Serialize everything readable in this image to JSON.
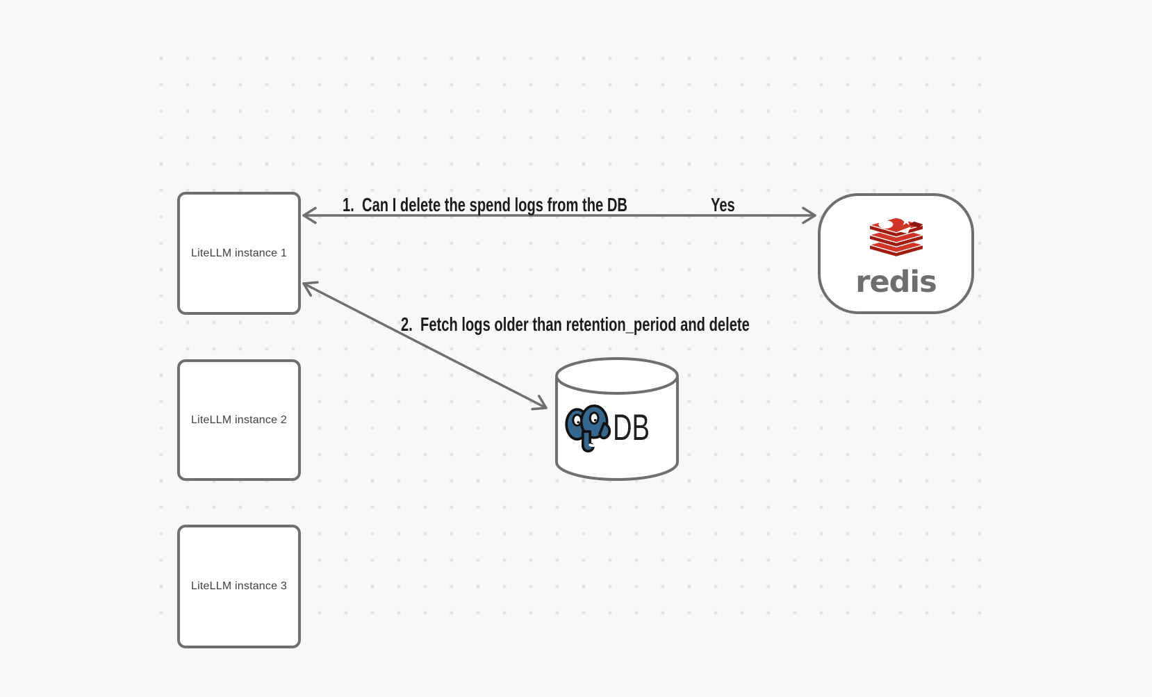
{
  "canvas": {
    "background_color": "#f8f8f7",
    "dot_color": "#e6e5e3",
    "stroke_color": "#6f6f6f"
  },
  "nodes": {
    "instances": [
      {
        "label": "LiteLLM instance 1"
      },
      {
        "label": "LiteLLM instance 2"
      },
      {
        "label": "LiteLLM instance 3"
      }
    ],
    "redis": {
      "wordmark": "redis",
      "icon": "redis-stack-icon",
      "logo_red": "#d03426",
      "logo_dark_red": "#a01b0e",
      "wordmark_color": "#6e6e6e"
    },
    "database": {
      "label": "DB",
      "icon": "postgresql-elephant-icon",
      "elephant_blue": "#35678f",
      "shape": "cylinder"
    }
  },
  "edges": [
    {
      "from": "LiteLLM instance 1",
      "to": "redis",
      "label": "1.  Can I delete the spend logs from the DB",
      "answer": "Yes",
      "arrowheads": "both"
    },
    {
      "from": "LiteLLM instance 1",
      "to": "DB",
      "label": "2.  Fetch logs older than retention_period and delete",
      "arrowheads": "both"
    }
  ]
}
